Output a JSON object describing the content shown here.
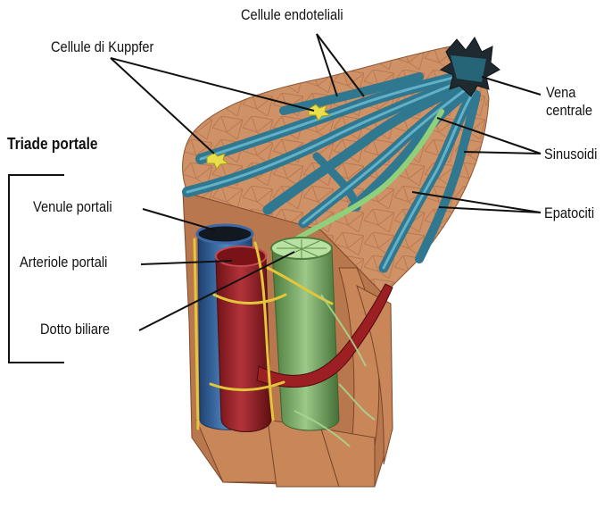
{
  "labels": {
    "kupffer": "Cellule di Kuppfer",
    "endothelial": "Cellule endoteliali",
    "vena_line1": "Vena",
    "vena_line2": "centrale",
    "sinusoids": "Sinusoidi",
    "hepatocytes": "Epatociti",
    "portal_triad": "Triade portale",
    "portal_venules": "Venule portali",
    "portal_arterioles": "Arteriole portali",
    "bile_duct": "Dotto biliare"
  },
  "colors": {
    "hepatocyte_tissue": "#c98a5e",
    "sinusoid": "#3d8fa6",
    "central_vein": "#1e2a30",
    "portal_venule": "#2f5f95",
    "portal_arteriole": "#9c1f23",
    "bile_duct": "#6f9a5a",
    "nerve_fiber": "#e3c63a",
    "kupffer_cell": "#e8df4a"
  }
}
